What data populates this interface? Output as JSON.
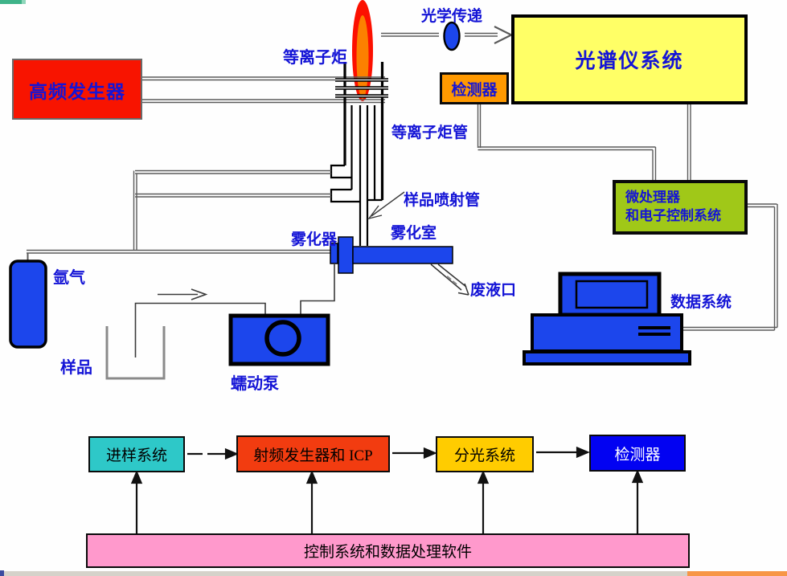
{
  "slide": {
    "boxes": {
      "hf_generator": "高频发生器",
      "spectrometer_system": "光谱仪系统",
      "detector": "检测器",
      "microprocessor_line1": "微处理器",
      "microprocessor_line2": "和电子控制系统"
    },
    "diagram_labels": {
      "plasma_torch": "等离子炬",
      "optical_transfer": "光学传递",
      "plasma_torch_tube": "等离子炬管",
      "sample_injector_tube": "样品喷射管",
      "nebulizer": "雾化器",
      "spray_chamber": "雾化室",
      "waste_outlet": "废液口",
      "data_system": "数据系统",
      "argon_gas": "氩气",
      "sample": "样品",
      "peristaltic_pump": "蠕动泵"
    },
    "flowchart": {
      "steps": [
        {
          "label": "进样系统",
          "fill": "#2ec8c8",
          "text_color": "#000000"
        },
        {
          "label": "射频发生器和 ICP",
          "fill": "#f23c10",
          "text_color": "#000000"
        },
        {
          "label": "分光系统",
          "fill": "#ffcc00",
          "text_color": "#000000"
        },
        {
          "label": "检测器",
          "fill": "#0202f2",
          "text_color": "#ffffff"
        }
      ],
      "control": "控制系统和数据处理软件",
      "control_fill": "#ff99cc"
    },
    "colors": {
      "generator_red": "#f81400",
      "flame_outer": "#fc1000",
      "flame_inner": "#fc8000",
      "instrument_blue": "#1c46ec",
      "spectrometer_yellow": "#ffff66",
      "detector_orange": "#ff9900",
      "processor_green": "#a0c818",
      "label_blue": "#1414d6",
      "strip_green": "#3fb389",
      "taskbar_gray": "#d5d2ca",
      "taskbar_orange": "#f79646"
    }
  }
}
